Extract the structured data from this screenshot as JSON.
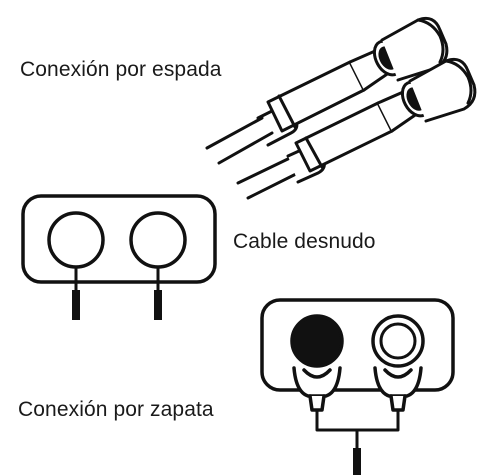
{
  "labels": {
    "spade": "Conexión por espada",
    "bare_wire": "Cable desnudo",
    "spade_lug": "Conexión por zapata"
  },
  "colors": {
    "stroke": "#111111",
    "background": "#ffffff"
  }
}
